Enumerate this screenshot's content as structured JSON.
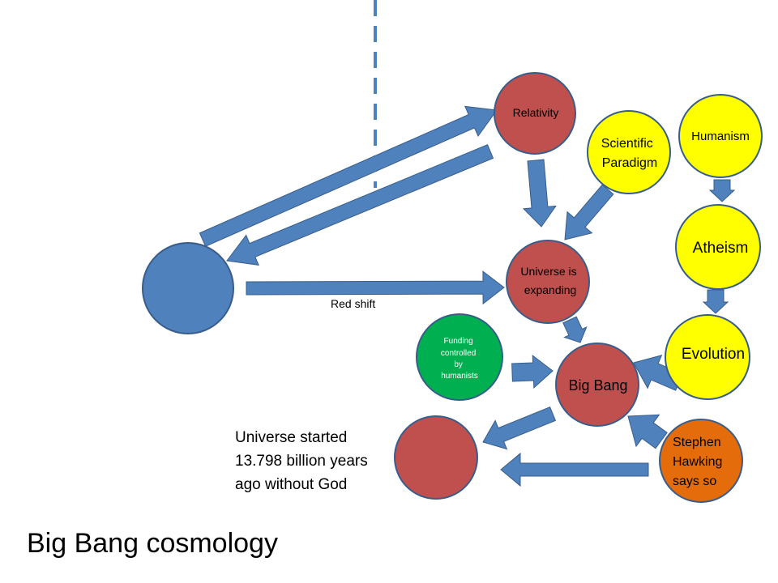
{
  "title": "Big Bang cosmology",
  "caption": {
    "line1": "Universe started",
    "line2": "13.798 billion years",
    "line3": "ago without God"
  },
  "edge_labels": {
    "red_shift": "Red shift"
  },
  "nodes": {
    "observer": {
      "lines": [],
      "fill": "#4F81BD"
    },
    "relativity": {
      "lines": [
        "Relativity"
      ],
      "fill": "#C0504D"
    },
    "scientific_paradigm": {
      "lines": [
        "Scientific",
        "Paradigm"
      ],
      "fill": "#FFFF00"
    },
    "humanism": {
      "lines": [
        "Humanism"
      ],
      "fill": "#FFFF00"
    },
    "atheism": {
      "lines": [
        "Atheism"
      ],
      "fill": "#FFFF00"
    },
    "universe_expanding": {
      "lines": [
        "Universe is",
        "expanding"
      ],
      "fill": "#C0504D"
    },
    "funding": {
      "lines": [
        "Funding",
        "controlled",
        "by",
        "humanists"
      ],
      "fill": "#00B050"
    },
    "big_bang": {
      "lines": [
        "Big Bang"
      ],
      "fill": "#C0504D"
    },
    "evolution": {
      "lines": [
        "Evolution"
      ],
      "fill": "#FFFF00"
    },
    "universe_start": {
      "lines": [],
      "fill": "#C0504D"
    },
    "hawking": {
      "lines": [
        "Stephen",
        "Hawking",
        "says so"
      ],
      "fill": "#E46C0A"
    }
  },
  "colors": {
    "arrow": "#4F81BD",
    "arrow_stroke": "#385D8A",
    "node_stroke": "#385D8A",
    "dashed_line": "#4F81BD"
  }
}
